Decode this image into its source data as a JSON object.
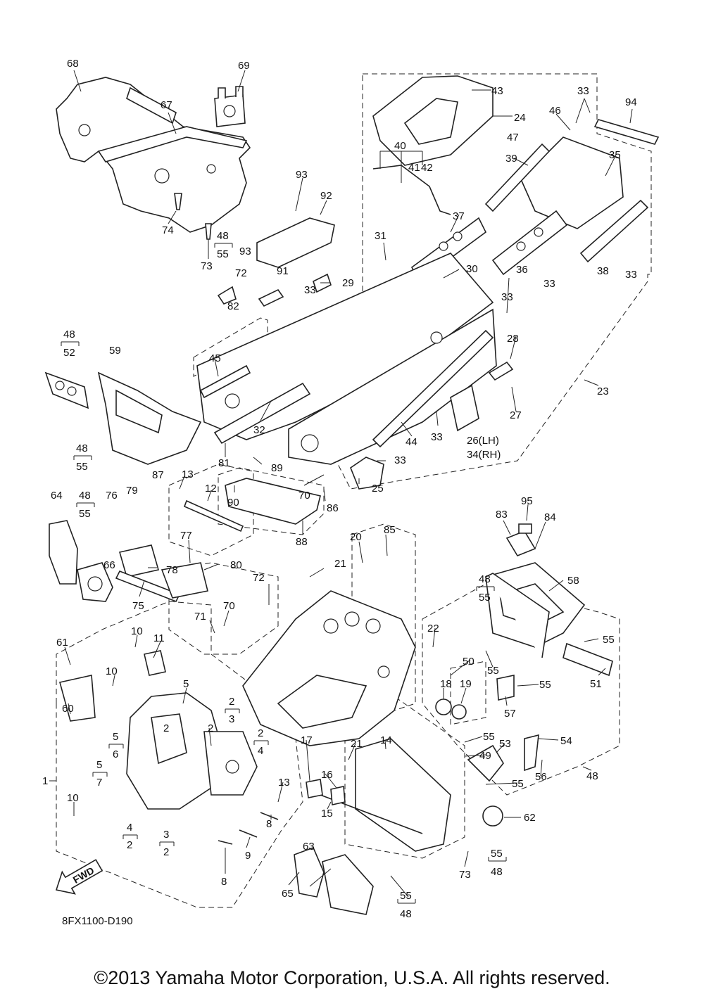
{
  "diagram": {
    "code": "8FX1100-D190",
    "fwd_label": "FWD",
    "callouts": [
      {
        "id": "c68",
        "text": "68"
      },
      {
        "id": "c69",
        "text": "69"
      },
      {
        "id": "c67",
        "text": "67"
      },
      {
        "id": "c74",
        "text": "74"
      },
      {
        "id": "c73a",
        "text": "73"
      },
      {
        "id": "c43",
        "text": "43"
      },
      {
        "id": "c24",
        "text": "24"
      },
      {
        "id": "c33a",
        "text": "33"
      },
      {
        "id": "c46",
        "text": "46"
      },
      {
        "id": "c94",
        "text": "94"
      },
      {
        "id": "c47",
        "text": "47"
      },
      {
        "id": "c40",
        "text": "40"
      },
      {
        "id": "c41",
        "text": "41"
      },
      {
        "id": "c42",
        "text": "42"
      },
      {
        "id": "c39",
        "text": "39"
      },
      {
        "id": "c35",
        "text": "35"
      },
      {
        "id": "c93a",
        "text": "93"
      },
      {
        "id": "c92",
        "text": "92"
      },
      {
        "id": "c37",
        "text": "37"
      },
      {
        "id": "c31",
        "text": "31"
      },
      {
        "id": "c93b",
        "text": "93"
      },
      {
        "id": "c91",
        "text": "91"
      },
      {
        "id": "c72a",
        "text": "72"
      },
      {
        "id": "c29",
        "text": "29"
      },
      {
        "id": "c30",
        "text": "30"
      },
      {
        "id": "c36",
        "text": "36"
      },
      {
        "id": "c33b",
        "text": "33"
      },
      {
        "id": "c38",
        "text": "38"
      },
      {
        "id": "c33c",
        "text": "33"
      },
      {
        "id": "c33d",
        "text": "33"
      },
      {
        "id": "c82",
        "text": "82"
      },
      {
        "id": "c33e",
        "text": "33"
      },
      {
        "id": "c28",
        "text": "28"
      },
      {
        "id": "c59",
        "text": "59"
      },
      {
        "id": "c45",
        "text": "45"
      },
      {
        "id": "c23",
        "text": "23"
      },
      {
        "id": "c27",
        "text": "27"
      },
      {
        "id": "c32",
        "text": "32"
      },
      {
        "id": "c33f",
        "text": "33"
      },
      {
        "id": "c44",
        "text": "44"
      },
      {
        "id": "c26",
        "text": "26(LH)"
      },
      {
        "id": "c34",
        "text": "34(RH)"
      },
      {
        "id": "c81",
        "text": "81"
      },
      {
        "id": "c33g",
        "text": "33"
      },
      {
        "id": "c89",
        "text": "89"
      },
      {
        "id": "c25",
        "text": "25"
      },
      {
        "id": "c87",
        "text": "87"
      },
      {
        "id": "c13a",
        "text": "13"
      },
      {
        "id": "c12",
        "text": "12"
      },
      {
        "id": "c90",
        "text": "90"
      },
      {
        "id": "c70a",
        "text": "70"
      },
      {
        "id": "c86",
        "text": "86"
      },
      {
        "id": "c64",
        "text": "64"
      },
      {
        "id": "c76",
        "text": "76"
      },
      {
        "id": "c79",
        "text": "79"
      },
      {
        "id": "c88",
        "text": "88"
      },
      {
        "id": "c95",
        "text": "95"
      },
      {
        "id": "c83",
        "text": "83"
      },
      {
        "id": "c84",
        "text": "84"
      },
      {
        "id": "c78",
        "text": "78"
      },
      {
        "id": "c77",
        "text": "77"
      },
      {
        "id": "c85",
        "text": "85"
      },
      {
        "id": "c20",
        "text": "20"
      },
      {
        "id": "c66",
        "text": "66"
      },
      {
        "id": "c80",
        "text": "80"
      },
      {
        "id": "c21a",
        "text": "21"
      },
      {
        "id": "c58",
        "text": "58"
      },
      {
        "id": "c75",
        "text": "75"
      },
      {
        "id": "c72b",
        "text": "72"
      },
      {
        "id": "c70b",
        "text": "70"
      },
      {
        "id": "c71",
        "text": "71"
      },
      {
        "id": "c22",
        "text": "22"
      },
      {
        "id": "c55a",
        "text": "55"
      },
      {
        "id": "c10a",
        "text": "10"
      },
      {
        "id": "c11",
        "text": "11"
      },
      {
        "id": "c61",
        "text": "61"
      },
      {
        "id": "c50",
        "text": "50"
      },
      {
        "id": "c55b",
        "text": "55"
      },
      {
        "id": "c10b",
        "text": "10"
      },
      {
        "id": "c5a",
        "text": "5"
      },
      {
        "id": "c18",
        "text": "18"
      },
      {
        "id": "c19",
        "text": "19"
      },
      {
        "id": "c55c",
        "text": "55"
      },
      {
        "id": "c51",
        "text": "51"
      },
      {
        "id": "c60",
        "text": "60"
      },
      {
        "id": "c57",
        "text": "57"
      },
      {
        "id": "c2a",
        "text": "2"
      },
      {
        "id": "c55d",
        "text": "55"
      },
      {
        "id": "c54",
        "text": "54"
      },
      {
        "id": "c2b",
        "text": "2"
      },
      {
        "id": "c14",
        "text": "14"
      },
      {
        "id": "c53",
        "text": "53"
      },
      {
        "id": "c21b",
        "text": "21"
      },
      {
        "id": "c49",
        "text": "49"
      },
      {
        "id": "c17",
        "text": "17"
      },
      {
        "id": "c56",
        "text": "56"
      },
      {
        "id": "c1",
        "text": "1"
      },
      {
        "id": "c16",
        "text": "16"
      },
      {
        "id": "c13b",
        "text": "13"
      },
      {
        "id": "c55e",
        "text": "55"
      },
      {
        "id": "c48a",
        "text": "48"
      },
      {
        "id": "c10c",
        "text": "10"
      },
      {
        "id": "c15",
        "text": "15"
      },
      {
        "id": "c62",
        "text": "62"
      },
      {
        "id": "c8a",
        "text": "8"
      },
      {
        "id": "c9",
        "text": "9"
      },
      {
        "id": "c63",
        "text": "63"
      },
      {
        "id": "c73b",
        "text": "73"
      },
      {
        "id": "c8b",
        "text": "8"
      },
      {
        "id": "c65",
        "text": "65"
      }
    ],
    "groups": [
      {
        "id": "g1",
        "top": "48",
        "bottom": "55"
      },
      {
        "id": "g2",
        "top": "48",
        "bottom": "52"
      },
      {
        "id": "g3",
        "top": "48",
        "bottom": "55"
      },
      {
        "id": "g4",
        "top": "48",
        "bottom": "55"
      },
      {
        "id": "g5",
        "top": "48",
        "bottom": "55"
      },
      {
        "id": "g6",
        "top": "2",
        "bottom": "3"
      },
      {
        "id": "g7",
        "top": "2",
        "bottom": "4"
      },
      {
        "id": "g8",
        "top": "5",
        "bottom": "6"
      },
      {
        "id": "g9",
        "top": "5",
        "bottom": "7"
      },
      {
        "id": "g10",
        "top": "4",
        "bottom": "2"
      },
      {
        "id": "g11",
        "top": "3",
        "bottom": "2"
      },
      {
        "id": "g12",
        "top": "55",
        "bottom": "48"
      },
      {
        "id": "g13",
        "top": "55",
        "bottom": "48"
      }
    ]
  },
  "footer": {
    "copyright": "©2013 Yamaha Motor Corporation, U.S.A. All rights reserved."
  }
}
